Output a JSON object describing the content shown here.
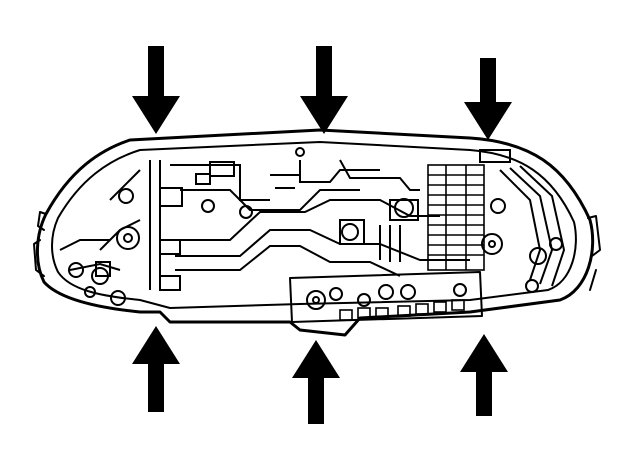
{
  "diagram": {
    "ink_color": "#000000",
    "paper_color": "#ffffff",
    "arrows": [
      {
        "position": "top-left",
        "direction": "down"
      },
      {
        "position": "top-center",
        "direction": "down"
      },
      {
        "position": "top-right",
        "direction": "down"
      },
      {
        "position": "bottom-left",
        "direction": "up"
      },
      {
        "position": "bottom-center",
        "direction": "up"
      },
      {
        "position": "bottom-right",
        "direction": "up"
      }
    ],
    "subject": "instrument-cluster-circuit-board-rear"
  }
}
